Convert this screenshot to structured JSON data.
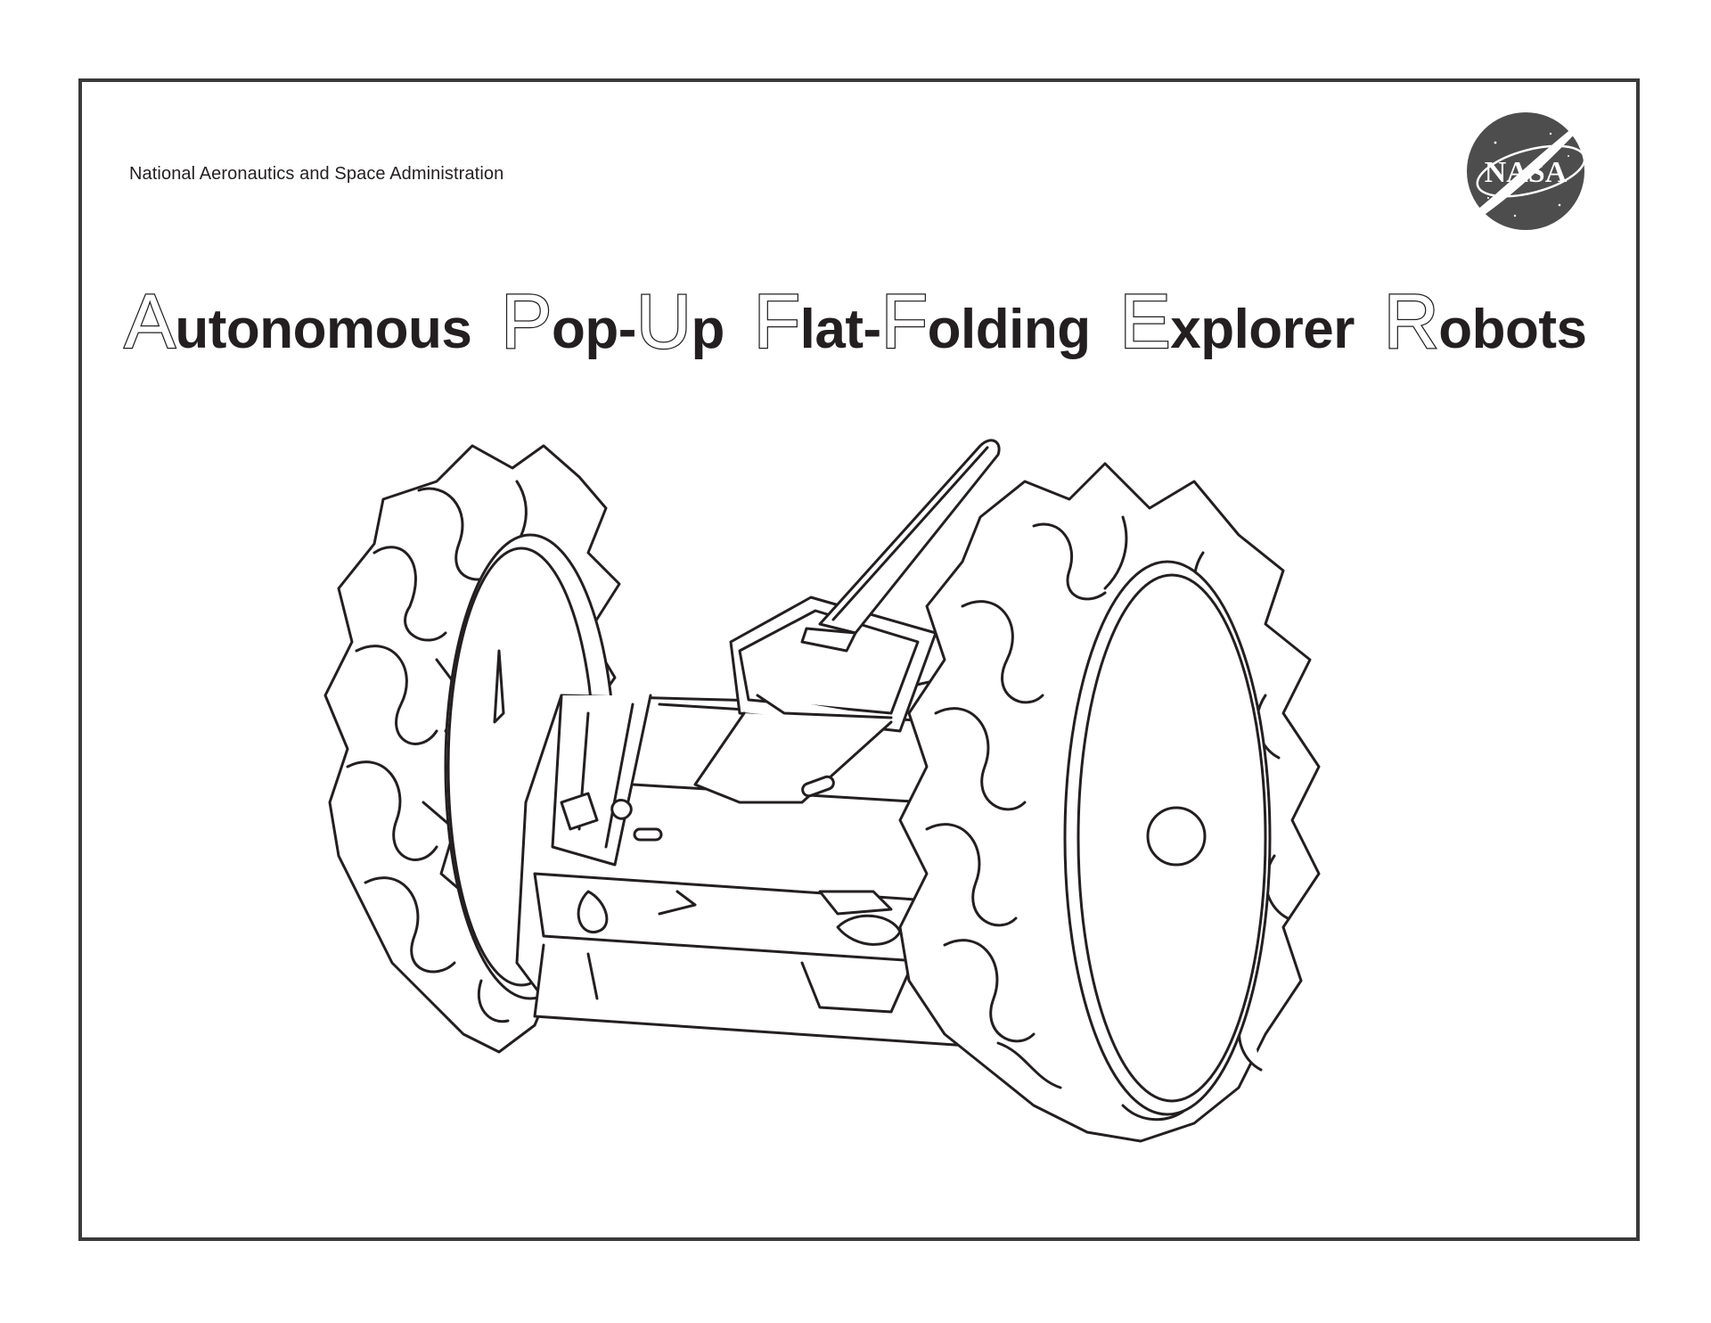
{
  "header": {
    "agency": "National Aeronautics and Space Administration",
    "logo_text": "NASA"
  },
  "title": {
    "words": [
      {
        "cap": "A",
        "rest": "utonomous"
      },
      {
        "cap": "P",
        "rest": "op-"
      },
      {
        "cap": "U",
        "rest": "p"
      },
      {
        "cap": "F",
        "rest": "lat-"
      },
      {
        "cap": "F",
        "rest": "olding"
      },
      {
        "cap": "E",
        "rest": "xplorer"
      },
      {
        "cap": "R",
        "rest": "obots"
      }
    ]
  },
  "illustration": {
    "subject": "rover-line-drawing",
    "icon": "rover-icon"
  },
  "colors": {
    "ink": "#231f20",
    "frame": "#3a3a3a",
    "logo_fill": "#4d4d4d",
    "paper": "#ffffff"
  }
}
